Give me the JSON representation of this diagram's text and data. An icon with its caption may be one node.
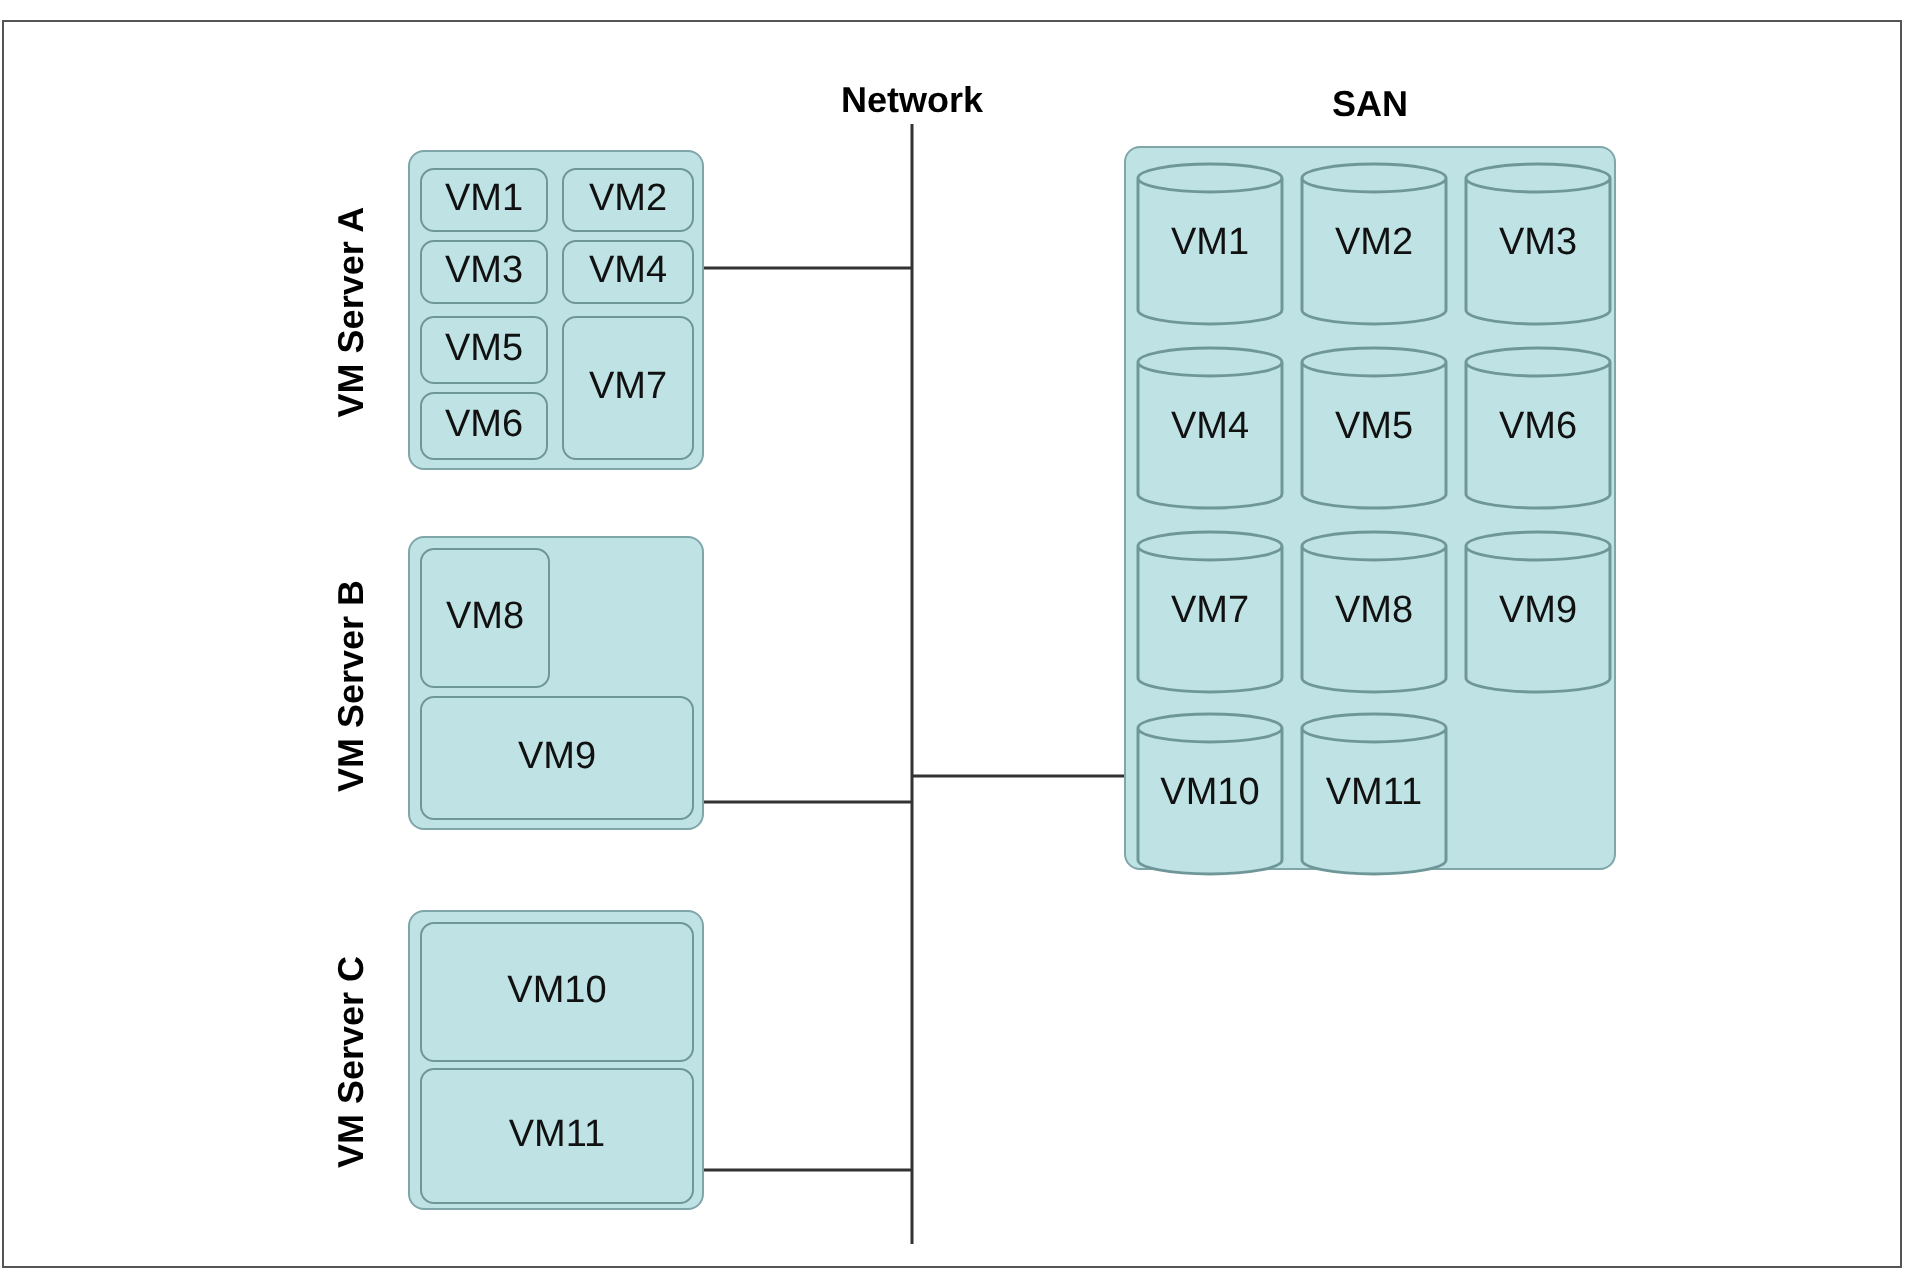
{
  "diagram": {
    "nodes": [
      {
        "text": [
          "VM Server A"
        ]
      },
      {
        "text": [
          "VM1"
        ],
        "in": 0
      },
      {
        "text": [
          "VM2"
        ],
        "in": 0
      },
      {
        "text": [
          "VM3"
        ],
        "in": 0
      },
      {
        "text": [
          "VM4"
        ],
        "in": 0
      },
      {
        "text": [
          "VM5"
        ],
        "in": 0
      },
      {
        "text": [
          "VM6"
        ],
        "in": 0
      },
      {
        "text": [
          "VM7"
        ],
        "in": 0
      },
      {
        "text": [
          "VM Server B"
        ]
      },
      {
        "text": [
          "VM8"
        ],
        "in": 8
      },
      {
        "text": [
          "VM9"
        ],
        "in": 8
      },
      {
        "text": [
          "VM Server C"
        ]
      },
      {
        "text": [
          "VM10"
        ],
        "in": 11
      },
      {
        "text": [
          "VM11"
        ],
        "in": 11
      },
      {
        "text": [
          "Network"
        ]
      },
      {
        "text": [
          "SAN"
        ]
      },
      {
        "text": [
          "VM1"
        ],
        "in": 15
      },
      {
        "text": [
          "VM2"
        ],
        "in": 15
      },
      {
        "text": [
          "VM3"
        ],
        "in": 15
      },
      {
        "text": [
          "VM4"
        ],
        "in": 15
      },
      {
        "text": [
          "VM5"
        ],
        "in": 15
      },
      {
        "text": [
          "VM6"
        ],
        "in": 15
      },
      {
        "text": [
          "VM7"
        ],
        "in": 15
      },
      {
        "text": [
          "VM8"
        ],
        "in": 15
      },
      {
        "text": [
          "VM9"
        ],
        "in": 15
      },
      {
        "text": [
          "VM10"
        ],
        "in": 15
      },
      {
        "text": [
          "VM11"
        ],
        "in": 15
      }
    ],
    "edges": [
      {
        "from": 0,
        "to": 14,
        "arrow": "none"
      },
      {
        "from": 8,
        "to": 14,
        "arrow": "none"
      },
      {
        "from": 11,
        "to": 14,
        "arrow": "none"
      },
      {
        "from": 14,
        "to": 15,
        "arrow": "none"
      }
    ]
  }
}
